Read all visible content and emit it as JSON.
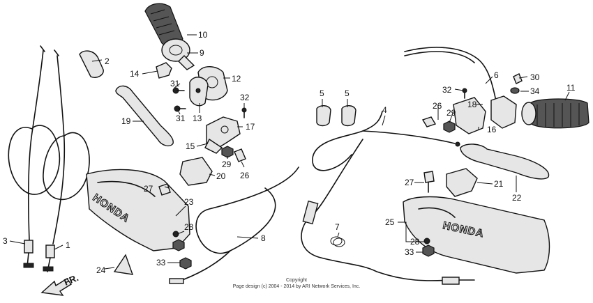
{
  "callouts": [
    "1",
    "2",
    "3",
    "4",
    "5",
    "5",
    "6",
    "7",
    "8",
    "9",
    "10",
    "11",
    "12",
    "13",
    "14",
    "15",
    "16",
    "17",
    "18",
    "19",
    "20",
    "21",
    "22",
    "23",
    "24",
    "25",
    "26",
    "26",
    "27",
    "27",
    "28",
    "28",
    "29",
    "29",
    "30",
    "31",
    "31",
    "32",
    "32",
    "33",
    "33",
    "34"
  ],
  "brand_text_left": "HONDA",
  "brand_text_right": "HONDA",
  "direction_label": "FR.",
  "copyright_line1": "Copyright",
  "copyright_line2": "Page design (c) 2004 - 2014 by ARI Network Services, Inc."
}
